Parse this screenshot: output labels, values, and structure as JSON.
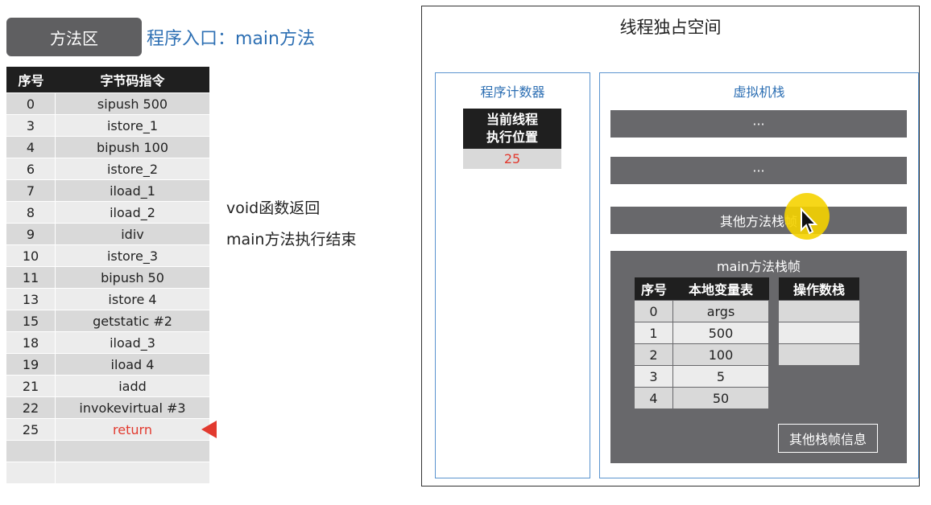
{
  "method_area": {
    "label": "方法区",
    "entry_label": "程序入口：main方法"
  },
  "bytecode_table": {
    "headers": [
      "序号",
      "字节码指令"
    ],
    "rows": [
      {
        "index": "0",
        "instruction": "sipush 500"
      },
      {
        "index": "3",
        "instruction": "istore_1"
      },
      {
        "index": "4",
        "instruction": "bipush 100"
      },
      {
        "index": "6",
        "instruction": "istore_2"
      },
      {
        "index": "7",
        "instruction": "iload_1"
      },
      {
        "index": "8",
        "instruction": "iload_2"
      },
      {
        "index": "9",
        "instruction": "idiv"
      },
      {
        "index": "10",
        "instruction": "istore_3"
      },
      {
        "index": "11",
        "instruction": "bipush 50"
      },
      {
        "index": "13",
        "instruction": "istore 4"
      },
      {
        "index": "15",
        "instruction": "getstatic #2"
      },
      {
        "index": "18",
        "instruction": "iload_3"
      },
      {
        "index": "19",
        "instruction": "iload 4"
      },
      {
        "index": "21",
        "instruction": "iadd"
      },
      {
        "index": "22",
        "instruction": "invokevirtual #3"
      },
      {
        "index": "25",
        "instruction": "return"
      },
      {
        "index": "",
        "instruction": ""
      },
      {
        "index": "",
        "instruction": ""
      }
    ],
    "current_row": 15
  },
  "notes": [
    "void函数返回",
    "main方法执行结束"
  ],
  "thread_space": {
    "title": "线程独占空间",
    "program_counter": {
      "title": "程序计数器",
      "header": "当前线程执行位置",
      "value": "25"
    },
    "vm_stack": {
      "title": "虚拟机栈",
      "frames": [
        "···",
        "···",
        "其他方法栈帧"
      ],
      "main_frame": {
        "title": "main方法栈帧",
        "local_var_headers": [
          "序号",
          "本地变量表"
        ],
        "local_vars": [
          {
            "index": "0",
            "value": "args"
          },
          {
            "index": "1",
            "value": "500"
          },
          {
            "index": "2",
            "value": "100"
          },
          {
            "index": "3",
            "value": "5"
          },
          {
            "index": "4",
            "value": "50"
          }
        ],
        "operand_stack_header": "操作数栈",
        "other_info": "其他栈帧信息"
      }
    }
  },
  "colors": {
    "accent_blue": "#2d6fb3",
    "highlight_red": "#e23a2f",
    "frame_gray": "#68686b"
  }
}
